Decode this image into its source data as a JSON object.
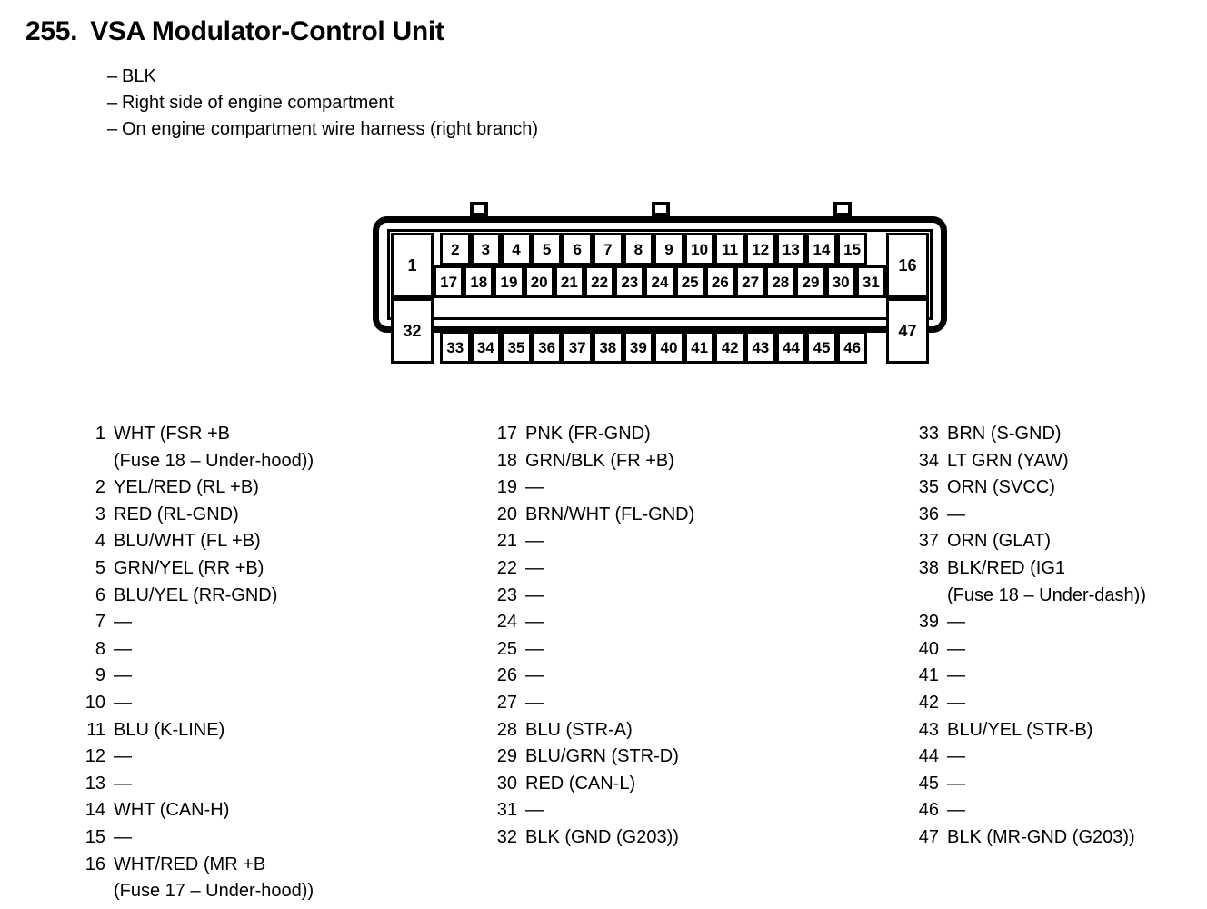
{
  "header": {
    "number": "255.",
    "title": "VSA Modulator-Control Unit",
    "bullets": [
      "BLK",
      "Right side of engine compartment",
      "On engine compartment wire harness (right branch)"
    ],
    "bullet_marker": "–"
  },
  "connector": {
    "name": "47-pin connector",
    "row_a_left": "1",
    "row_a_right": "16",
    "row_b_left": "32",
    "row_b_right": "47",
    "row_1": [
      "2",
      "3",
      "4",
      "5",
      "6",
      "7",
      "8",
      "9",
      "10",
      "11",
      "12",
      "13",
      "14",
      "15"
    ],
    "row_2": [
      "17",
      "18",
      "19",
      "20",
      "21",
      "22",
      "23",
      "24",
      "25",
      "26",
      "27",
      "28",
      "29",
      "30",
      "31"
    ],
    "row_3": [
      "33",
      "34",
      "35",
      "36",
      "37",
      "38",
      "39",
      "40",
      "41",
      "42",
      "43",
      "44",
      "45",
      "46"
    ],
    "tab_count_top": 3,
    "tab_count_bottom": 3
  },
  "pins": {
    "empty_marker": "—",
    "left": [
      {
        "num": "1",
        "label": "WHT (FSR +B",
        "cont": "(Fuse 18 – Under-hood))"
      },
      {
        "num": "2",
        "label": "YEL/RED (RL +B)"
      },
      {
        "num": "3",
        "label": "RED (RL-GND)"
      },
      {
        "num": "4",
        "label": "BLU/WHT (FL +B)"
      },
      {
        "num": "5",
        "label": "GRN/YEL (RR +B)"
      },
      {
        "num": "6",
        "label": "BLU/YEL (RR-GND)"
      },
      {
        "num": "7",
        "label": "—"
      },
      {
        "num": "8",
        "label": "—"
      },
      {
        "num": "9",
        "label": "—"
      },
      {
        "num": "10",
        "label": "—"
      },
      {
        "num": "11",
        "label": "BLU (K-LINE)"
      },
      {
        "num": "12",
        "label": "—"
      },
      {
        "num": "13",
        "label": "—"
      },
      {
        "num": "14",
        "label": "WHT (CAN-H)"
      },
      {
        "num": "15",
        "label": "—"
      },
      {
        "num": "16",
        "label": "WHT/RED (MR +B",
        "cont": "(Fuse 17 – Under-hood))"
      }
    ],
    "middle": [
      {
        "num": "17",
        "label": "PNK (FR-GND)"
      },
      {
        "num": "18",
        "label": "GRN/BLK (FR +B)"
      },
      {
        "num": "19",
        "label": "—"
      },
      {
        "num": "20",
        "label": "BRN/WHT (FL-GND)"
      },
      {
        "num": "21",
        "label": "—"
      },
      {
        "num": "22",
        "label": "—"
      },
      {
        "num": "23",
        "label": "—"
      },
      {
        "num": "24",
        "label": "—"
      },
      {
        "num": "25",
        "label": "—"
      },
      {
        "num": "26",
        "label": "—"
      },
      {
        "num": "27",
        "label": "—"
      },
      {
        "num": "28",
        "label": "BLU (STR-A)"
      },
      {
        "num": "29",
        "label": "BLU/GRN (STR-D)"
      },
      {
        "num": "30",
        "label": "RED (CAN-L)"
      },
      {
        "num": "31",
        "label": "—"
      },
      {
        "num": "32",
        "label": "BLK (GND (G203))"
      }
    ],
    "right": [
      {
        "num": "33",
        "label": "BRN (S-GND)"
      },
      {
        "num": "34",
        "label": "LT GRN (YAW)"
      },
      {
        "num": "35",
        "label": "ORN (SVCC)"
      },
      {
        "num": "36",
        "label": "—"
      },
      {
        "num": "37",
        "label": "ORN (GLAT)"
      },
      {
        "num": "38",
        "label": "BLK/RED (IG1",
        "cont": "(Fuse 18 – Under-dash))"
      },
      {
        "num": "39",
        "label": "—"
      },
      {
        "num": "40",
        "label": "—"
      },
      {
        "num": "41",
        "label": "—"
      },
      {
        "num": "42",
        "label": "—"
      },
      {
        "num": "43",
        "label": "BLU/YEL (STR-B)"
      },
      {
        "num": "44",
        "label": "—"
      },
      {
        "num": "45",
        "label": "—"
      },
      {
        "num": "46",
        "label": "—"
      },
      {
        "num": "47",
        "label": "BLK (MR-GND (G203))"
      }
    ]
  },
  "colors": {
    "ink": "#000000",
    "background": "#ffffff"
  }
}
